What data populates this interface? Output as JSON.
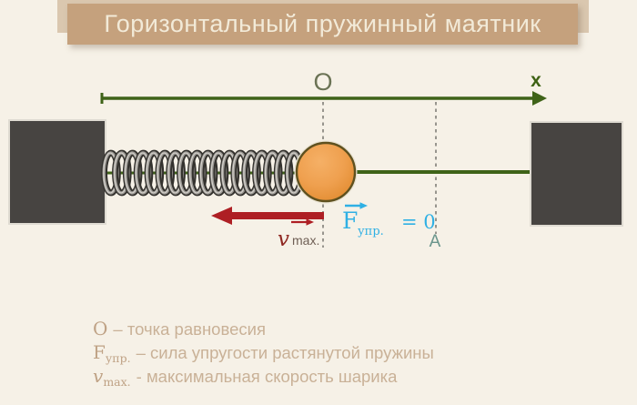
{
  "title": "Горизонтальный пружинный маятник",
  "axis": {
    "origin": "O",
    "x_label": "x",
    "amplitude": "A"
  },
  "labels": {
    "force": {
      "symbol": "F",
      "subscript": "упр.",
      "value": "= 0"
    },
    "velocity": {
      "symbol": "v",
      "subscript": "max."
    }
  },
  "legend": {
    "items": [
      {
        "symbol": "O",
        "subscript": "",
        "text": "– точка равновесия"
      },
      {
        "symbol": "F",
        "subscript": "упр.",
        "text": "– сила упругости растянутой пружины"
      },
      {
        "symbol": "v",
        "subscript": "max.",
        "text": "- максимальная скорость шарика"
      }
    ]
  },
  "colors": {
    "background": "#f6f1e7",
    "title_bar": "#c5a17d",
    "title_bar_back": "#dac7af",
    "title_text": "#f2ead8",
    "axis_green": "#3f6318",
    "wall_gray": "#474441",
    "ball_orange": "#efa04f",
    "arrow_red": "#ae1f24",
    "force_cyan": "#2fb0e4",
    "velocity_red": "#8f2822",
    "amplitude_teal": "#6a958c",
    "legend_tan": "#c9b197"
  }
}
